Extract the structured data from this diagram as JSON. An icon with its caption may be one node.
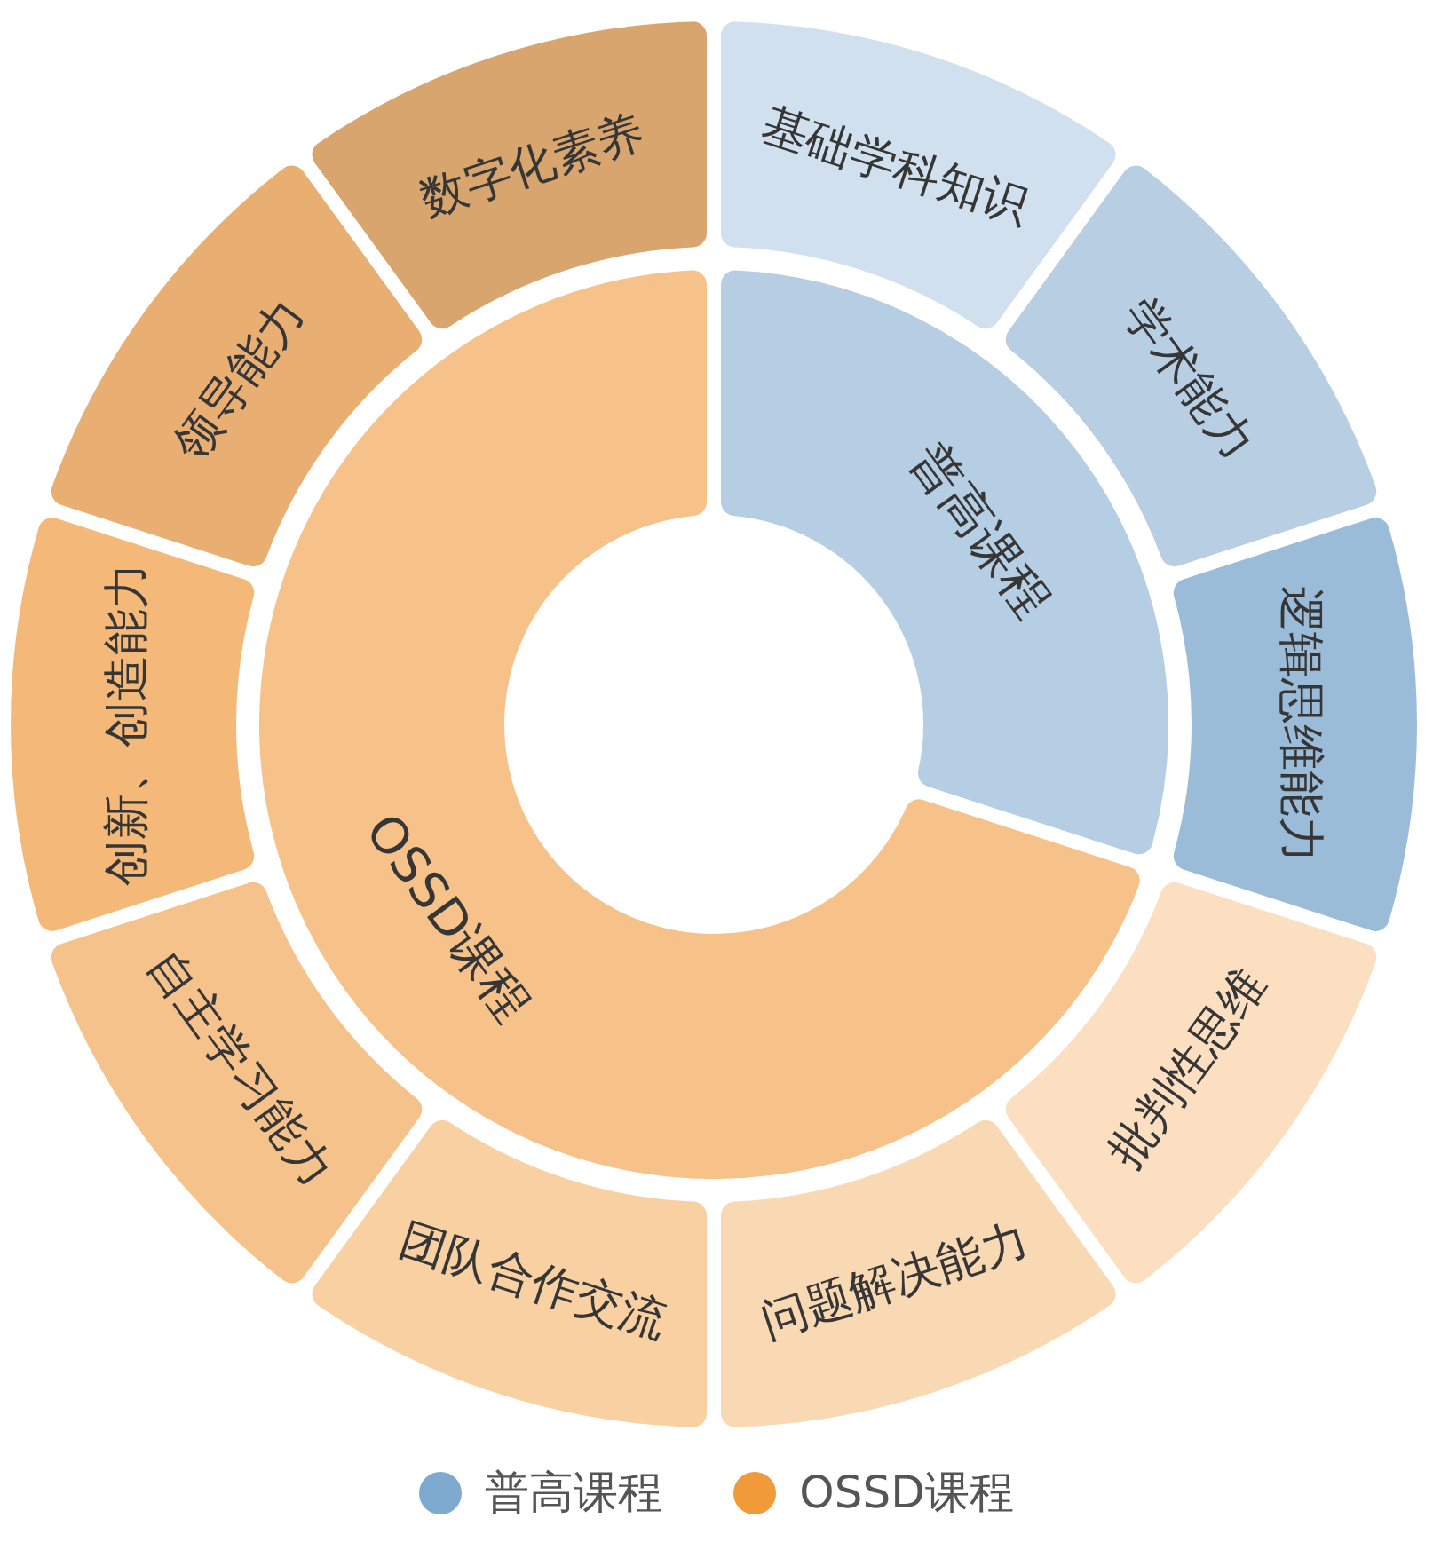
{
  "diagram": {
    "nodes": [
      {
        "text": [
          "普高课程"
        ]
      },
      {
        "text": [
          "OSSD课程"
        ]
      },
      {
        "text": [
          "基础学科知识"
        ]
      },
      {
        "text": [
          "学术能力"
        ]
      },
      {
        "text": [
          "逻辑思维能力"
        ]
      },
      {
        "text": [
          "批判性思维"
        ]
      },
      {
        "text": [
          "问题解决能力"
        ]
      },
      {
        "text": [
          "团队合作交流"
        ]
      },
      {
        "text": [
          "自主学习能力"
        ]
      },
      {
        "text": [
          "创新、创造能力"
        ]
      },
      {
        "text": [
          "领导能力"
        ]
      },
      {
        "text": [
          "数字化素养"
        ]
      }
    ],
    "legend": [
      {
        "text": "普高课程",
        "color": "#7eaad0"
      },
      {
        "text": "OSSD课程",
        "color": "#f19a3a"
      }
    ]
  }
}
